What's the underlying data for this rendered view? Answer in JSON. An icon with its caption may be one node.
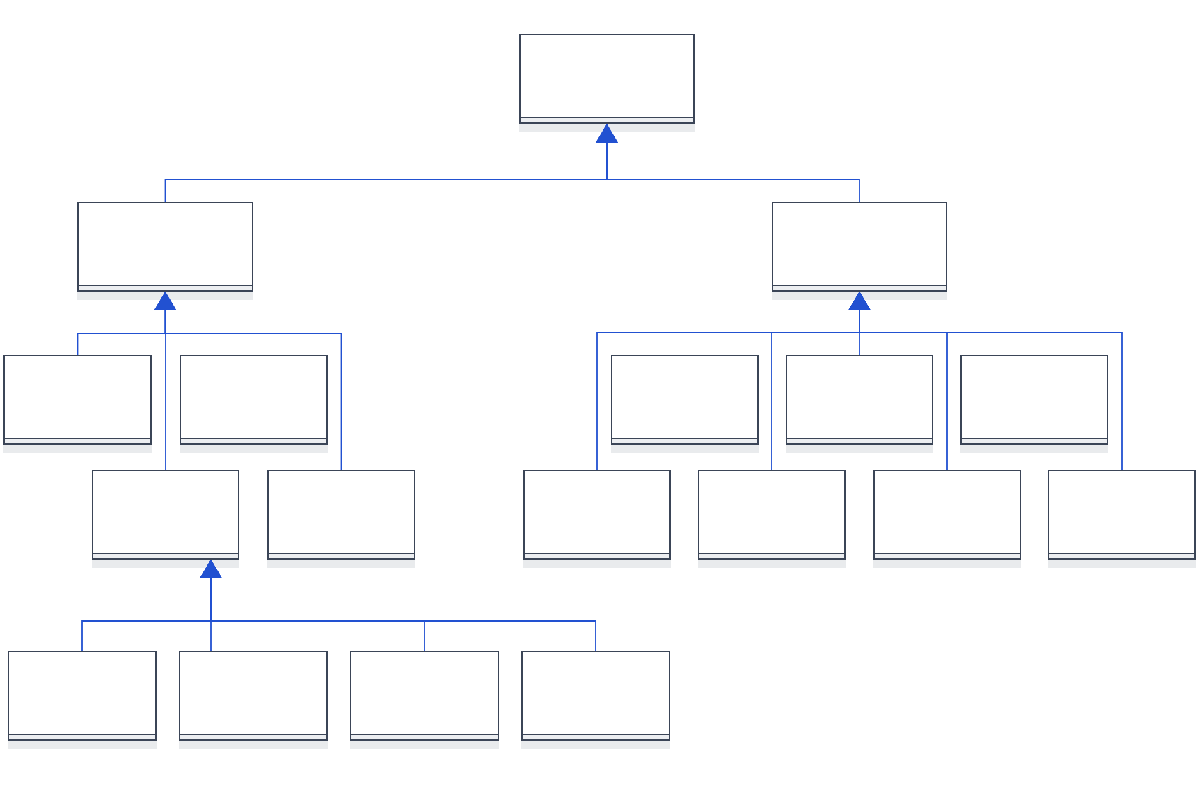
{
  "diagram": {
    "nodes": [
      {
        "text": [],
        "shape": "box"
      },
      {
        "text": [],
        "shape": "box"
      },
      {
        "text": [],
        "shape": "box"
      },
      {
        "text": [],
        "shape": "box"
      },
      {
        "text": [],
        "shape": "box"
      },
      {
        "text": [],
        "shape": "box"
      },
      {
        "text": [],
        "shape": "box"
      },
      {
        "text": [],
        "shape": "box"
      },
      {
        "text": [],
        "shape": "box"
      },
      {
        "text": [],
        "shape": "box"
      },
      {
        "text": [],
        "shape": "box"
      },
      {
        "text": [],
        "shape": "box"
      },
      {
        "text": [],
        "shape": "box"
      },
      {
        "text": [],
        "shape": "box"
      },
      {
        "text": [],
        "shape": "box"
      },
      {
        "text": [],
        "shape": "box"
      },
      {
        "text": [],
        "shape": "box"
      },
      {
        "text": [],
        "shape": "box"
      }
    ],
    "edges": [
      {
        "from": 1,
        "to": 0,
        "arrow": "to"
      },
      {
        "from": 2,
        "to": 0,
        "arrow": "to"
      },
      {
        "from": 3,
        "to": 1,
        "arrow": "to"
      },
      {
        "from": 8,
        "to": 1,
        "arrow": "to"
      },
      {
        "from": 9,
        "to": 1,
        "arrow": "to"
      },
      {
        "from": 10,
        "to": 2,
        "arrow": "to"
      },
      {
        "from": 11,
        "to": 2,
        "arrow": "to"
      },
      {
        "from": 6,
        "to": 2,
        "arrow": "to"
      },
      {
        "from": 12,
        "to": 2,
        "arrow": "to"
      },
      {
        "from": 13,
        "to": 2,
        "arrow": "to"
      },
      {
        "from": 14,
        "to": 8,
        "arrow": "to"
      },
      {
        "from": 15,
        "to": 8,
        "arrow": "to"
      },
      {
        "from": 16,
        "to": 8,
        "arrow": "to"
      },
      {
        "from": 17,
        "to": 8,
        "arrow": "to"
      }
    ]
  }
}
